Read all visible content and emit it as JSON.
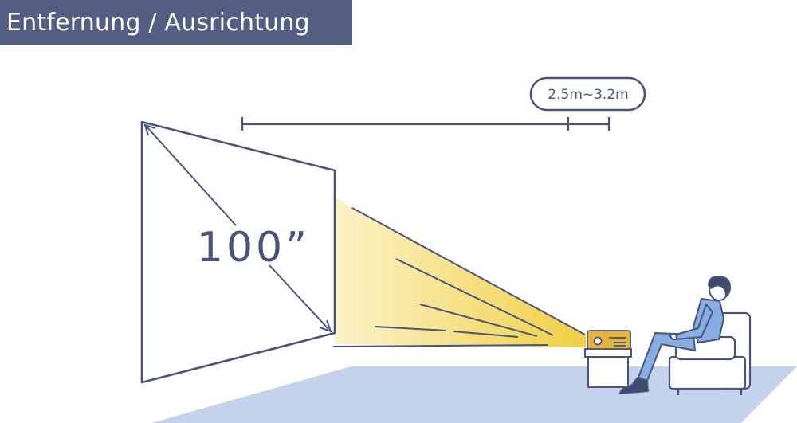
{
  "header": {
    "title": "Entfernung / Ausrichtung"
  },
  "diagram": {
    "distance_label": "2.5m~3.2m",
    "screen_size_label": "100”"
  },
  "colors": {
    "title_bg": "#535e82",
    "line": "#4a5478",
    "floor": "#c5d2ee",
    "beam": "#f7e7a2",
    "projector": "#e6b43c",
    "person_blue": "#86aee3"
  }
}
